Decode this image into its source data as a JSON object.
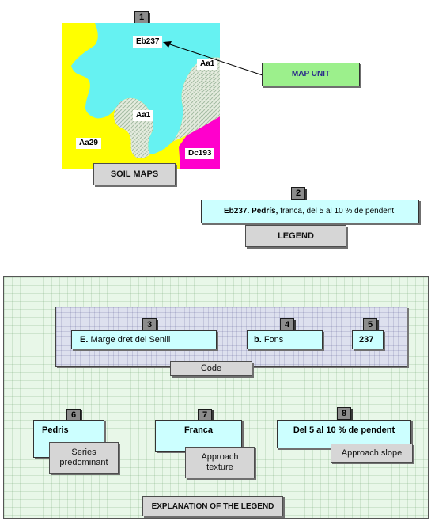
{
  "steps": {
    "map": "1",
    "legend": "2",
    "part_letter": "3",
    "part_relief": "4",
    "part_number": "5",
    "series": "6",
    "texture": "7",
    "slope": "8"
  },
  "map": {
    "units": {
      "eb237": "Eb237",
      "aa1_top": "Aa1",
      "aa1_center": "Aa1",
      "aa29": "Aa29",
      "dc193": "Dc193"
    },
    "colors": {
      "eb237": "#66f2f2",
      "aa_background": "#ffff00",
      "aa1_hatch": "#dfe8d8",
      "dc193": "#ff00cc"
    },
    "caption": "SOIL MAPS",
    "callout": "MAP UNIT"
  },
  "legend": {
    "entry_code": "Eb237.",
    "entry_series": "Pedrís,",
    "entry_rest": "franca, del 5 al 10 % de pendent.",
    "caption": "LEGEND"
  },
  "explanation": {
    "code_parts": {
      "letter_code": "E.",
      "letter_text": "Marge dret del Senill",
      "relief_code": "b.",
      "relief_text": "Fons",
      "number": "237"
    },
    "code_caption": "Code",
    "series_value": "Pedris",
    "series_note": "Series predominant",
    "texture_value": "Franca",
    "texture_note": "Approach texture",
    "slope_value": "Del 5 al 10 % de pendent",
    "slope_note": "Approach slope",
    "caption": "EXPLANATION OF THE LEGEND"
  }
}
